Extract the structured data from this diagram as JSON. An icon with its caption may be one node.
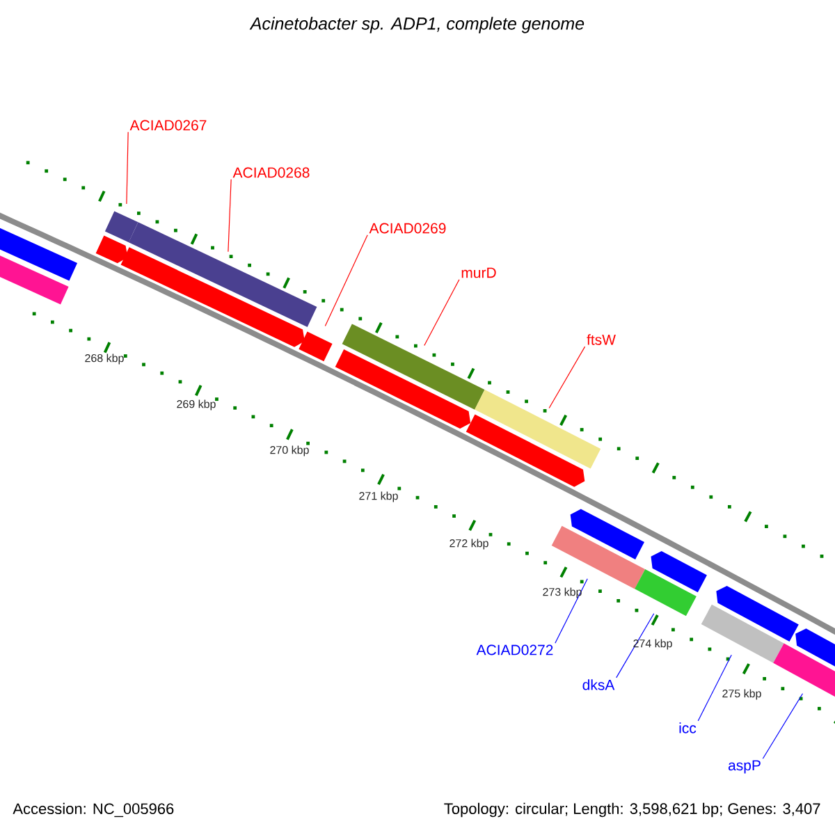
{
  "diagram": {
    "title": "Acinetobacter sp. ADP1, complete genome",
    "nodes": [
      {
        "text": [
          "ACIAD0267"
        ]
      },
      {
        "text": [],
        "shape": "bar"
      },
      {
        "text": [
          "ACIAD0268"
        ]
      },
      {
        "text": [],
        "shape": "bar"
      },
      {
        "text": [
          "ACIAD0269"
        ]
      },
      {
        "text": [],
        "shape": "bar"
      },
      {
        "text": [
          "murD"
        ]
      },
      {
        "text": [],
        "shape": "bar"
      },
      {
        "text": [
          "ftsW"
        ]
      },
      {
        "text": [],
        "shape": "bar"
      },
      {
        "text": [
          "ACIAD0272"
        ]
      },
      {
        "text": [],
        "shape": "bar"
      },
      {
        "text": [
          "dksA"
        ]
      },
      {
        "text": [],
        "shape": "bar"
      },
      {
        "text": [
          "icc"
        ]
      },
      {
        "text": [],
        "shape": "bar"
      },
      {
        "text": [
          "aspP"
        ]
      },
      {
        "text": [],
        "shape": "bar"
      },
      {
        "text": [],
        "shape": "bar"
      },
      {
        "text": [],
        "shape": "bar"
      },
      {
        "text": [],
        "shape": "arrow"
      },
      {
        "text": [],
        "shape": "arrow"
      },
      {
        "text": [],
        "shape": "arrow"
      },
      {
        "text": [],
        "shape": "arrow"
      },
      {
        "text": [],
        "shape": "arrow"
      },
      {
        "text": [],
        "shape": "arrow"
      },
      {
        "text": [],
        "shape": "arrow"
      },
      {
        "text": [],
        "shape": "arrow"
      }
    ],
    "edges": [
      {
        "from": 0,
        "to": 1,
        "arrow": "none",
        "color": "#ff0000"
      },
      {
        "from": 2,
        "to": 3,
        "arrow": "none",
        "color": "#ff0000"
      },
      {
        "from": 4,
        "to": 5,
        "arrow": "none",
        "color": "#ff0000"
      },
      {
        "from": 6,
        "to": 7,
        "arrow": "none",
        "color": "#ff0000"
      },
      {
        "from": 8,
        "to": 9,
        "arrow": "none",
        "color": "#ff0000"
      },
      {
        "from": 10,
        "to": 11,
        "arrow": "none",
        "color": "#0000ff"
      },
      {
        "from": 12,
        "to": 13,
        "arrow": "none",
        "color": "#0000ff"
      },
      {
        "from": 14,
        "to": 15,
        "arrow": "none",
        "color": "#0000ff"
      },
      {
        "from": 16,
        "to": 17,
        "arrow": "none",
        "color": "#0000ff"
      }
    ],
    "labels": [
      "268 kbp",
      "269 kbp",
      "270 kbp",
      "271 kbp",
      "272 kbp",
      "273 kbp",
      "274 kbp",
      "275 kbp",
      "Accession: NC_005966",
      "Topology: circular; Length: 3,598,621 bp; Genes: 3,407"
    ]
  }
}
